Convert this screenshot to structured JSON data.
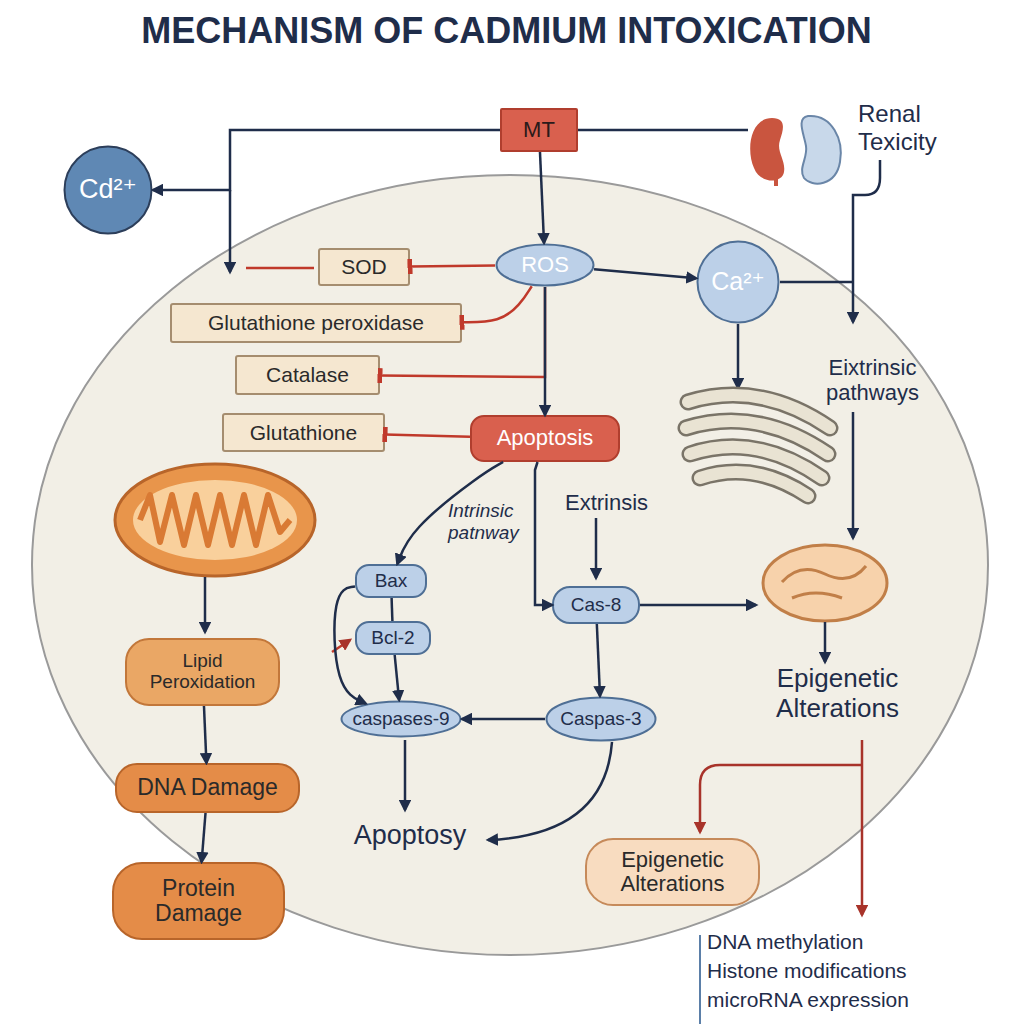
{
  "diagram": {
    "title": "MECHANISM OF CADMIUM INTOXICATION",
    "nodes": [
      {
        "text": [
          "Cd²⁺"
        ]
      },
      {
        "text": [
          "MT"
        ]
      },
      {
        "text": [
          "SOD"
        ]
      },
      {
        "text": [
          "ROS"
        ]
      },
      {
        "text": [
          "Ca²⁺"
        ]
      },
      {
        "text": [
          "Glutathione peroxidase"
        ]
      },
      {
        "text": [
          "Catalase"
        ]
      },
      {
        "text": [
          "Glutathione"
        ]
      },
      {
        "text": [
          "Apoptosis"
        ]
      },
      {
        "text": [
          "Lipid Peroxidation"
        ]
      },
      {
        "text": [
          "Bax"
        ]
      },
      {
        "text": [
          "Bcl-2"
        ]
      },
      {
        "text": [
          "Cas-8"
        ]
      },
      {
        "text": [
          "caspases-9"
        ]
      },
      {
        "text": [
          "Caspas-3"
        ]
      },
      {
        "text": [
          "DNA Damage"
        ]
      },
      {
        "text": [
          "Protein Damage"
        ]
      },
      {
        "text": [
          "Epigenetic Alterations"
        ]
      }
    ],
    "edges": [
      {
        "from": 1,
        "to": 0,
        "arrow": "to"
      },
      {
        "from": 1,
        "to": 3,
        "arrow": "to"
      },
      {
        "from": 3,
        "to": 2,
        "arrow": "to"
      },
      {
        "from": 3,
        "to": 5,
        "arrow": "to"
      },
      {
        "from": 3,
        "to": 6,
        "arrow": "to"
      },
      {
        "from": 8,
        "to": 7,
        "arrow": "to"
      },
      {
        "from": 3,
        "to": 4,
        "arrow": "to"
      },
      {
        "from": 3,
        "to": 8,
        "arrow": "to"
      },
      {
        "from": 8,
        "to": 10,
        "arrow": "to"
      },
      {
        "from": 8,
        "to": 12,
        "arrow": "to"
      },
      {
        "from": 10,
        "to": 13,
        "arrow": "to"
      },
      {
        "from": 11,
        "to": 13,
        "arrow": "to"
      },
      {
        "from": 12,
        "to": 14,
        "arrow": "to"
      },
      {
        "from": 14,
        "to": 13,
        "arrow": "to"
      },
      {
        "from": 9,
        "to": 15,
        "arrow": "to"
      },
      {
        "from": 15,
        "to": 16,
        "arrow": "to"
      },
      {
        "from": 10,
        "to": 11,
        "arrow": "none"
      }
    ],
    "labels": [
      "Renal Texicity",
      "Eixtrinsic pathways",
      "Intrinsic patnway",
      "Extrinsis",
      "Epigenetic Alterations",
      "Apoptosy",
      "DNA methylation",
      "Histone modifications",
      "microRNA expression"
    ]
  }
}
